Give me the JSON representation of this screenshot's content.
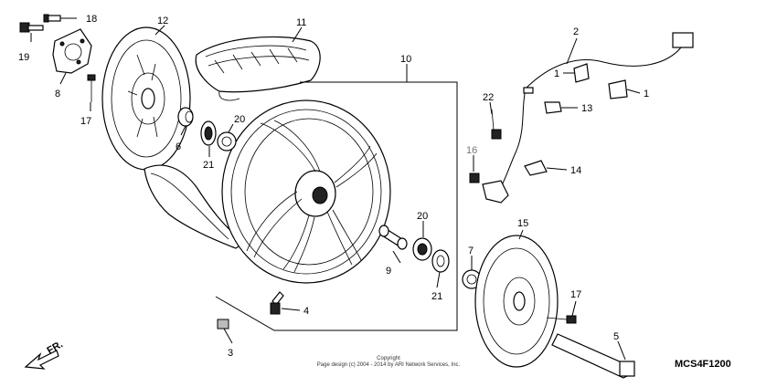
{
  "callouts": {
    "c1a": "1",
    "c1b": "1",
    "c2": "2",
    "c3": "3",
    "c4": "4",
    "c5": "5",
    "c6": "6",
    "c7": "7",
    "c8": "8",
    "c9": "9",
    "c10": "10",
    "c11": "11",
    "c12": "12",
    "c13": "13",
    "c14": "14",
    "c15": "15",
    "c16": "16",
    "c17a": "17",
    "c17b": "17",
    "c18": "18",
    "c19": "19",
    "c20a": "20",
    "c20b": "20",
    "c21a": "21",
    "c21b": "21",
    "c22": "22"
  },
  "footer": {
    "copyright_line1": "Copyright",
    "copyright_line2": "Page design (c) 2004 - 2014 by ARI Network Services, Inc."
  },
  "diagram_code": "MCS4F1200",
  "direction_label": "FR."
}
